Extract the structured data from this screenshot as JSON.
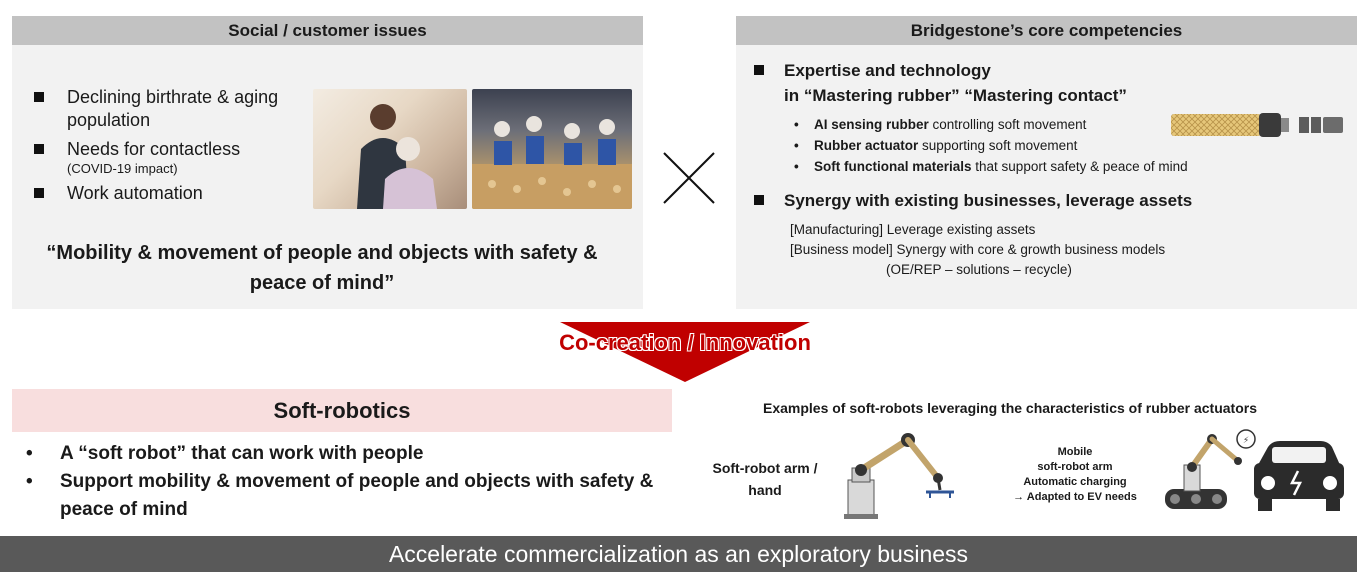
{
  "left_panel": {
    "title": "Social / customer issues",
    "items": [
      {
        "text": "Declining birthrate & aging population",
        "sub": ""
      },
      {
        "text": "Needs for contactless",
        "sub": "(COVID-19 impact)"
      },
      {
        "text": "Work automation",
        "sub": ""
      }
    ],
    "quote": "“Mobility & movement of people and objects with safety & peace of mind”"
  },
  "right_panel": {
    "title": "Bridgestone’s core competencies",
    "item1_line1": "Expertise and technology",
    "item1_line2": "in “Mastering rubber” “Mastering contact”",
    "sub_items": [
      {
        "bold": "AI sensing rubber",
        "rest": " controlling soft movement"
      },
      {
        "bold": "Rubber actuator",
        "rest": " supporting soft movement"
      },
      {
        "bold": "Soft functional materials",
        "rest": " that support safety & peace of mind"
      }
    ],
    "item2": "Synergy with existing businesses, leverage assets",
    "manufacturing": "[Manufacturing] Leverage existing assets",
    "business_model": "[Business model] Synergy with core & growth business models",
    "business_model_sub": "(OE/REP – solutions – recycle)"
  },
  "arrow": {
    "label": "Co-creation / Innovation",
    "color": "#c00000"
  },
  "soft_robotics": {
    "title": "Soft-robotics",
    "items": [
      "A “soft robot” that can work with people",
      "Support mobility & movement of people and objects with safety & peace of mind"
    ]
  },
  "examples": {
    "title": "Examples of soft-robots leveraging the characteristics of rubber actuators",
    "arm_label_line1": "Soft-robot arm /",
    "arm_label_line2": "hand",
    "mobile_lines": [
      "Mobile",
      "soft-robot arm",
      "Automatic charging",
      "→ Adapted to EV needs"
    ]
  },
  "footer": {
    "text": "Accelerate commercialization as an exploratory business"
  },
  "colors": {
    "panel_bg": "#f2f2f2",
    "panel_header": "#c2c2c2",
    "soft_header": "#f8dede",
    "footer_bg": "#595959"
  }
}
